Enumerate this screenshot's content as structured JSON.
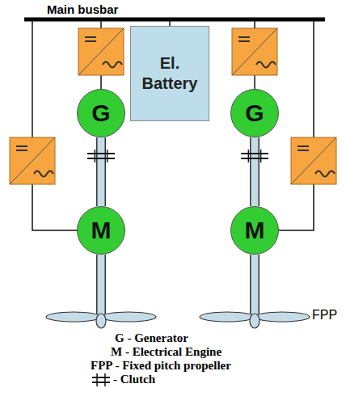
{
  "diagram": {
    "nodes": [
      {
        "text": [
          "El. Battery"
        ]
      },
      {
        "text": [
          "G"
        ]
      },
      {
        "text": [
          "M"
        ]
      },
      {
        "text": [
          "G"
        ]
      },
      {
        "text": [
          "M"
        ]
      }
    ],
    "edges": [
      {
        "from": 1,
        "to": 2,
        "arrow": "none"
      },
      {
        "from": 3,
        "to": 4,
        "arrow": "none"
      }
    ],
    "labels": [
      "Main busbar",
      "FPP"
    ],
    "legend": [
      {
        "text": "G - Generator"
      },
      {
        "text": "M - Electrical Engine"
      },
      {
        "text": "FPP - Fixed pitch propeller"
      },
      {
        "text": "- Clutch"
      }
    ]
  }
}
